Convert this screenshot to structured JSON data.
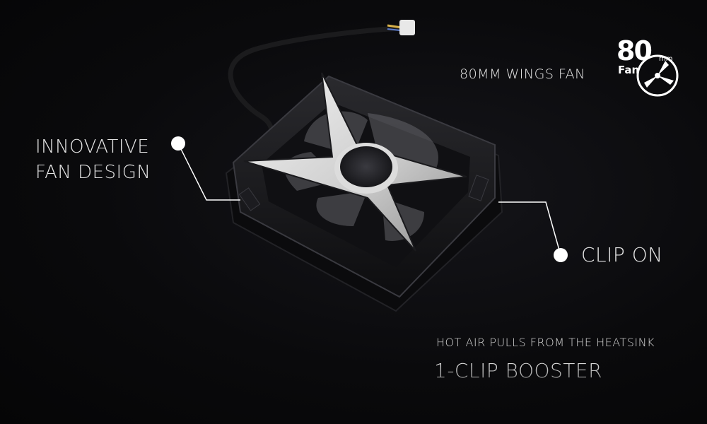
{
  "labels": {
    "innovative_line1": "INNOVATIVE",
    "innovative_line2": "FAN DESIGN",
    "clip_on": "CLIP ON",
    "wings_fan": "80MM WINGS FAN",
    "hot_air": "HOT AIR PULLS FROM THE HEATSINK",
    "booster": "1-CLIP BOOSTER"
  },
  "badge": {
    "size": "80",
    "unit": "mm",
    "word": "Fan"
  },
  "colors": {
    "background": "#0a0a0c",
    "text": "#e6e6e6",
    "accent": "#ffffff"
  }
}
